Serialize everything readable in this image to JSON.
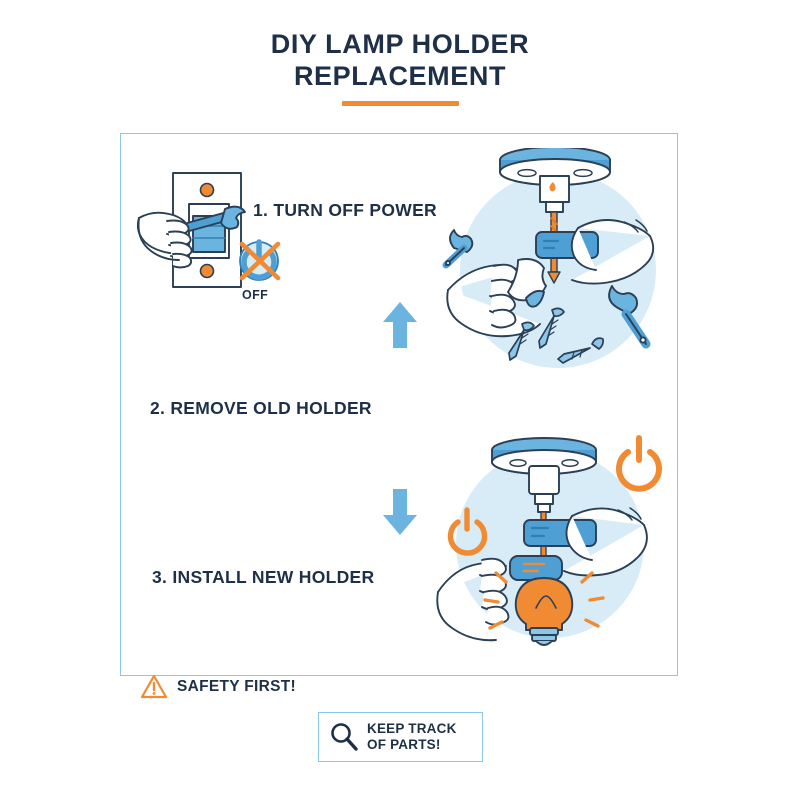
{
  "header": {
    "title_line1": "DIY LAMP HOLDER",
    "title_line2": "REPLACEMENT",
    "rule_color": "#f08b33",
    "title_color": "#1d3048"
  },
  "frame": {
    "border_color": "#8cc6e8"
  },
  "steps": [
    {
      "id": "step-1",
      "label": "1. TURN OFF POWER",
      "illustration": "hand-flipping-light-switch-with-wrench",
      "badge_label": "OFF",
      "badge_icon": "power-off-crossed-icon"
    },
    {
      "id": "step-2",
      "label": "2. REMOVE OLD HOLDER",
      "illustration": "hands-unscrewing-ceiling-lamp-holder-with-screwdriver"
    },
    {
      "id": "step-3",
      "label": "3. INSTALL NEW HOLDER",
      "illustration": "hands-installing-new-holder-with-bulb"
    }
  ],
  "arrows": [
    {
      "name": "arrow-up-icon",
      "direction": "up",
      "color": "#6cb4e0"
    },
    {
      "name": "arrow-down-icon",
      "direction": "down",
      "color": "#6cb4e0"
    }
  ],
  "footer": {
    "safety_text": "SAFETY FIRST!",
    "safety_icon": "warning-triangle-icon",
    "parts_text": "KEEP TRACK\nOF PARTS!",
    "parts_icon": "magnifier-icon",
    "box_border_color": "#8cc6e8"
  },
  "palette": {
    "navy": "#1d3048",
    "outline": "#2b3f55",
    "blue_dark": "#2f7fb5",
    "blue_mid": "#4d9fd4",
    "blue_light": "#8cc6e8",
    "blue_pale": "#d8ecf8",
    "orange": "#f08b33",
    "orange_deep": "#e8791f",
    "white": "#ffffff"
  }
}
